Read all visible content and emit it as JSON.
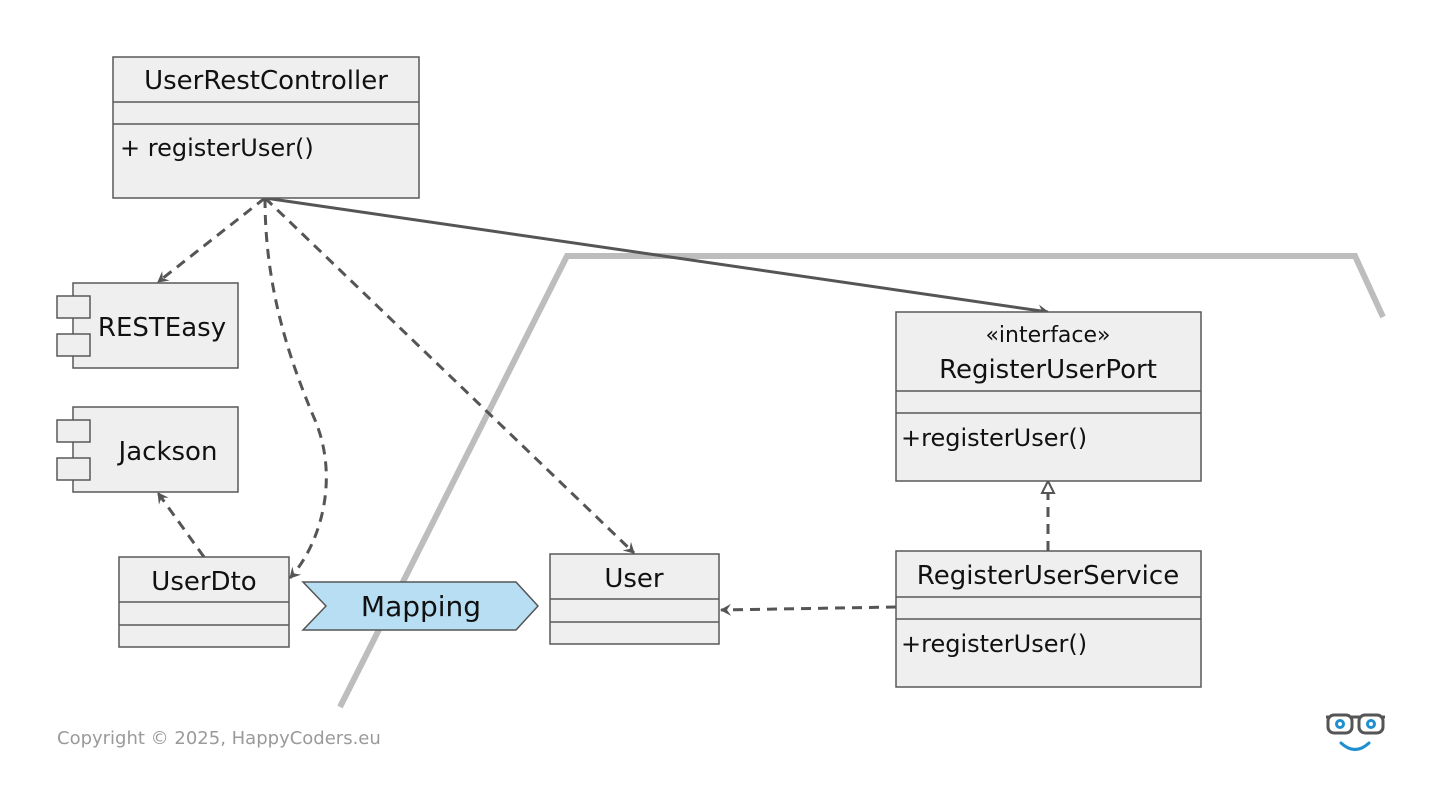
{
  "diagram": {
    "classes": {
      "user_rest_controller": {
        "name": "UserRestController",
        "methods": [
          "+ registerUser()"
        ]
      },
      "register_user_port": {
        "stereotype": "«interface»",
        "name": "RegisterUserPort",
        "methods": [
          "+registerUser()"
        ]
      },
      "register_user_service": {
        "name": "RegisterUserService",
        "methods": [
          "+registerUser()"
        ]
      },
      "user_dto": {
        "name": "UserDto"
      },
      "user": {
        "name": "User"
      }
    },
    "components": {
      "resteasy": "RESTEasy",
      "jackson": "Jackson"
    },
    "mapping_label": "Mapping",
    "relations": [
      {
        "from": "UserRestController",
        "to": "RESTEasy",
        "type": "dependency"
      },
      {
        "from": "UserRestController",
        "to": "UserDto",
        "type": "dependency"
      },
      {
        "from": "UserRestController",
        "to": "User",
        "type": "dependency"
      },
      {
        "from": "UserRestController",
        "to": "RegisterUserPort",
        "type": "association"
      },
      {
        "from": "UserDto",
        "to": "Jackson",
        "type": "dependency"
      },
      {
        "from": "RegisterUserService",
        "to": "User",
        "type": "dependency"
      },
      {
        "from": "RegisterUserService",
        "to": "RegisterUserPort",
        "type": "realization"
      }
    ],
    "colors": {
      "box_fill": "#efefef",
      "line": "#555555",
      "mapping_fill": "#b7def2",
      "boundary": "#bdbdbd"
    }
  },
  "footer": {
    "copyright": "Copyright © 2025, HappyCoders.eu",
    "logo": "glasses-smiley-icon"
  }
}
